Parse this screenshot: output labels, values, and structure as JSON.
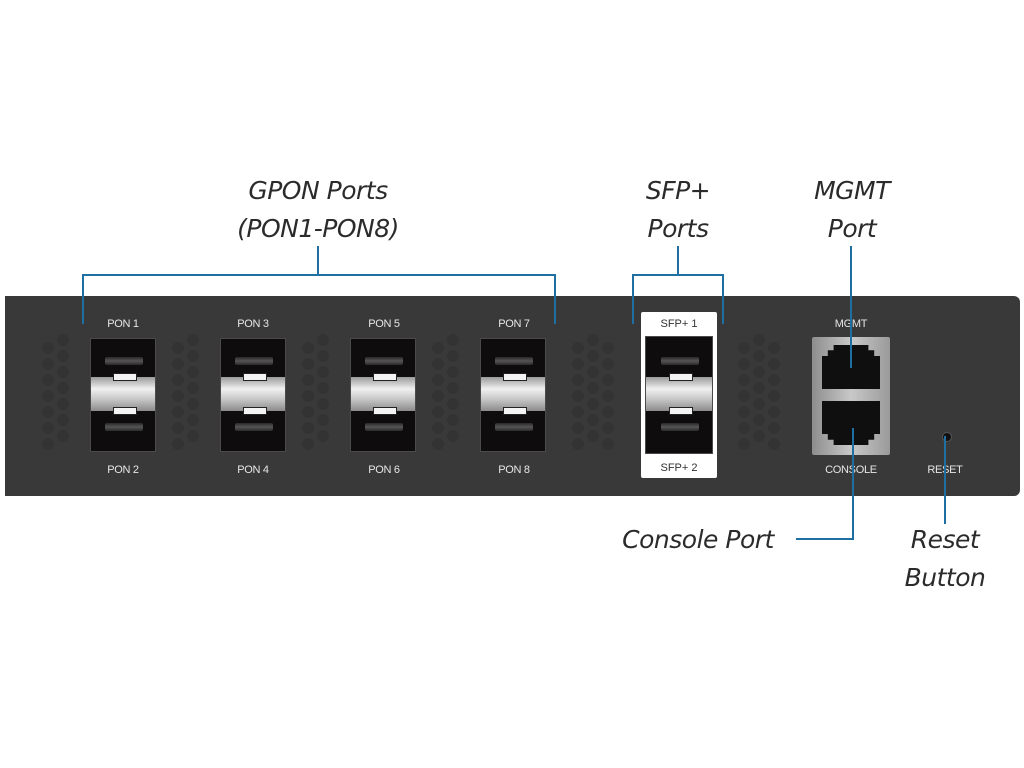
{
  "callouts": {
    "gpon_line1": "GPON Ports",
    "gpon_line2": "(PON1-PON8)",
    "sfp_line1": "SFP+",
    "sfp_line2": "Ports",
    "mgmt_line1": "MGMT",
    "mgmt_line2": "Port",
    "console": "Console Port",
    "reset_line1": "Reset",
    "reset_line2": "Button"
  },
  "panel_labels": {
    "pon_top": [
      "PON 1",
      "PON 3",
      "PON 5",
      "PON 7"
    ],
    "pon_bottom": [
      "PON 2",
      "PON 4",
      "PON 6",
      "PON 8"
    ],
    "sfp_top": "SFP+ 1",
    "sfp_bottom": "SFP+ 2",
    "mgmt": "MGMT",
    "console": "CONSOLE",
    "reset": "RESET"
  },
  "colors": {
    "leader_line": "#1f6fa3",
    "panel": "#3a393a"
  }
}
